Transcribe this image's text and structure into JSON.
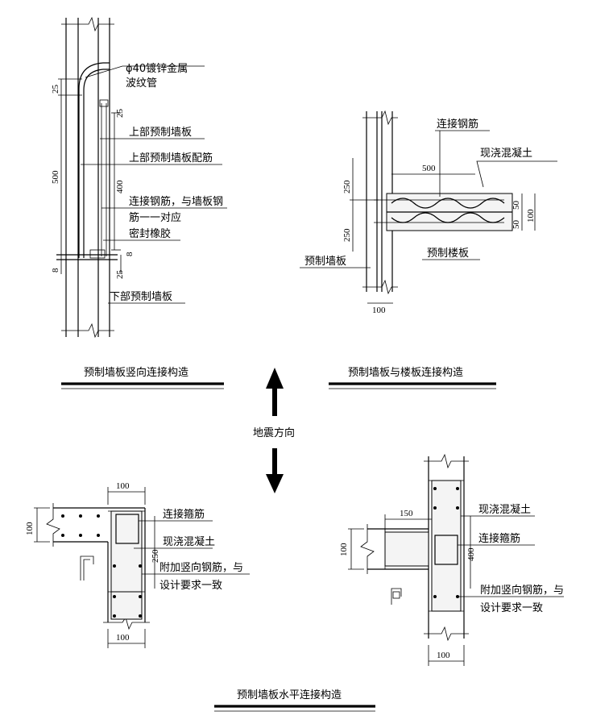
{
  "top_left": {
    "title": "预制墙板竖向连接构造",
    "labels": {
      "duct_line1": "ϕ40镀锌金属",
      "duct_line2": "波纹管",
      "upper_panel": "上部预制墙板",
      "upper_rebar": "上部预制墙板配筋",
      "conn_line1": "连接钢筋，与墙板钢",
      "conn_line2": "筋一一对应",
      "seal": "密封橡胶",
      "lower_panel": "下部预制墙板"
    },
    "dims": {
      "d25a": "25",
      "d500": "500",
      "d8a": "8",
      "d25b": "25",
      "d400": "400",
      "d8b": "8",
      "d25c": "25"
    }
  },
  "top_right": {
    "title": "预制墙板与楼板连接构造",
    "labels": {
      "conn_rebar": "连接钢筋",
      "cast_concrete": "现浇混凝土",
      "precast_wall": "预制墙板",
      "precast_slab": "预制楼板"
    },
    "dims": {
      "d500": "500",
      "d250a": "250",
      "d250b": "250",
      "d50a": "50",
      "d50b": "50",
      "d100": "100",
      "d100b": "100"
    }
  },
  "center": {
    "seismic": "地震方向"
  },
  "bottom": {
    "title": "预制墙板水平连接构造",
    "left_labels": {
      "stirrup": "连接箍筋",
      "cast_concrete": "现浇混凝土",
      "extra_line1": "附加竖向钢筋，与",
      "extra_line2": "设计要求一致"
    },
    "left_dims": {
      "d100top": "100",
      "d100left": "100",
      "d250": "250",
      "d100bottom": "100"
    },
    "right_labels": {
      "cast_concrete": "现浇混凝土",
      "stirrup": "连接箍筋",
      "extra_line1": "附加竖向钢筋，与",
      "extra_line2": "设计要求一致"
    },
    "right_dims": {
      "d150": "150",
      "d100left": "100",
      "d400": "400",
      "d100bottom": "100"
    }
  }
}
